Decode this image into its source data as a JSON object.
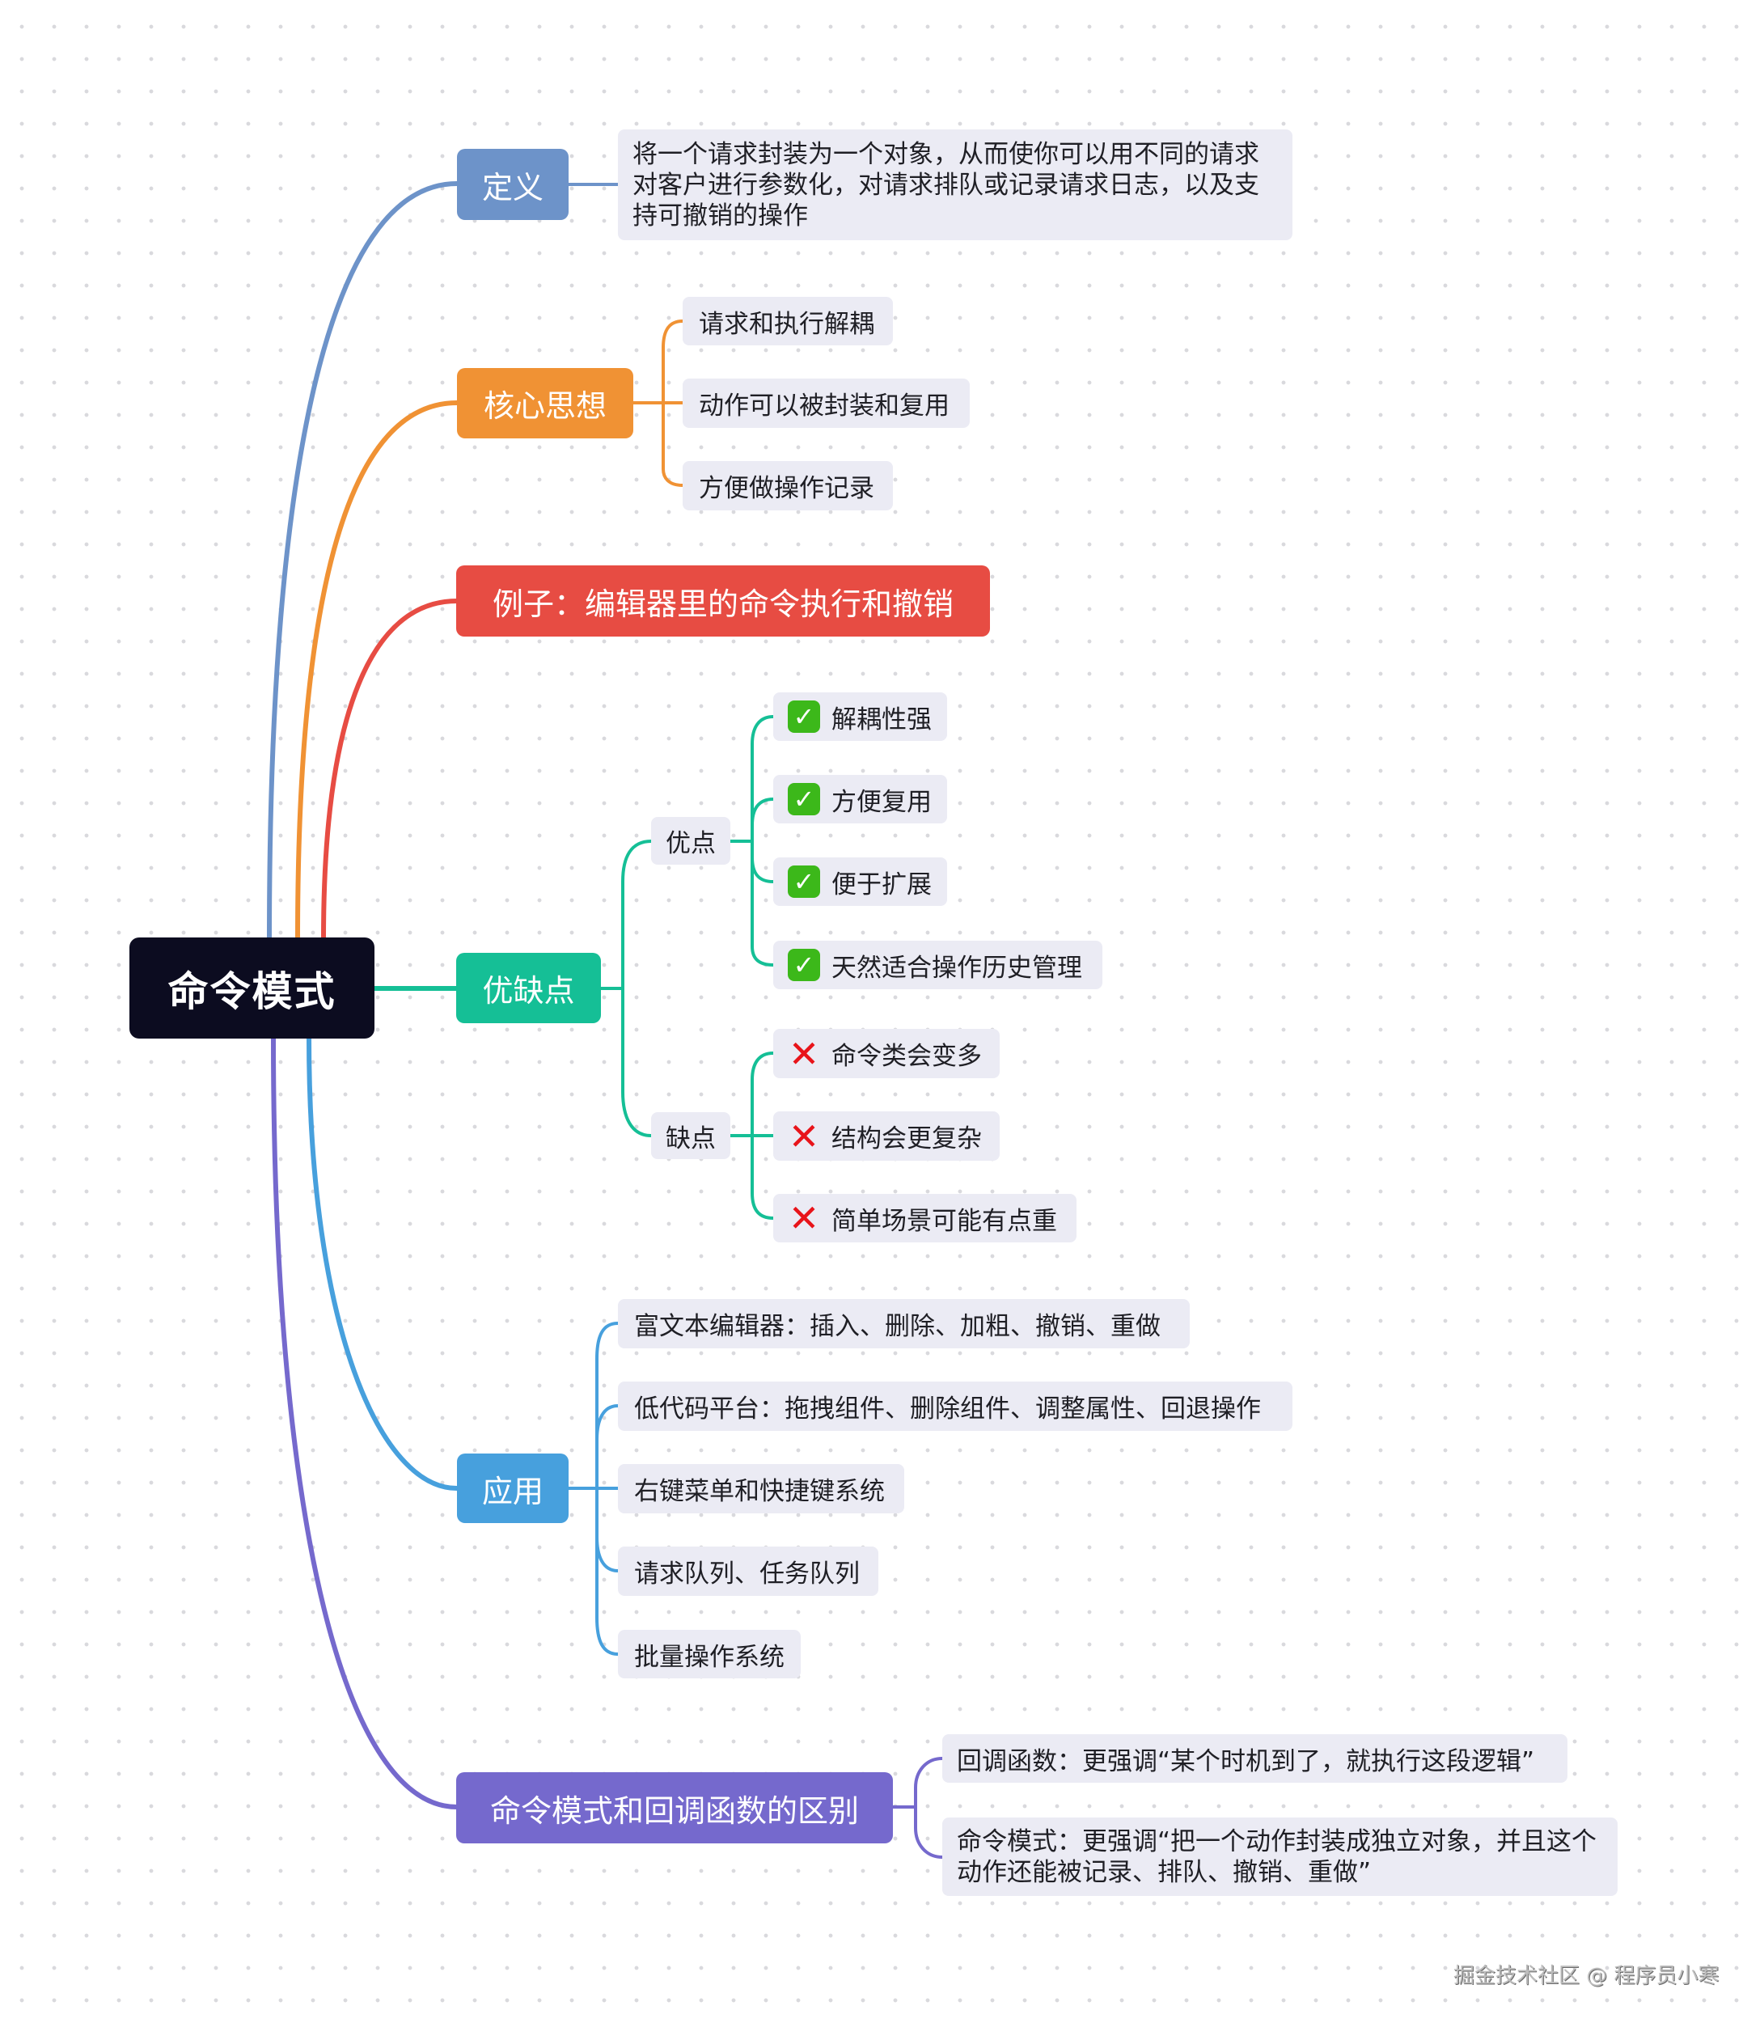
{
  "root": {
    "label": "命令模式"
  },
  "colors": {
    "root": "#0c0c20",
    "definition": "#6d93c9",
    "core": "#f09234",
    "example": "#e74c43",
    "proscons": "#15bf96",
    "application": "#47a0dd",
    "difference": "#7569cd",
    "leaf_bg": "#ebebf4"
  },
  "branches": {
    "definition": {
      "label": "定义",
      "items": [
        "将一个请求封装为一个对象，从而使你可以用不同的请求对客户进行参数化，对请求排队或记录请求日志，以及支持可撤销的操作"
      ]
    },
    "core": {
      "label": "核心思想",
      "items": [
        "请求和执行解耦",
        "动作可以被封装和复用",
        "方便做操作记录"
      ]
    },
    "example": {
      "label": "例子：编辑器里的命令执行和撤销"
    },
    "proscons": {
      "label": "优缺点",
      "pros": {
        "label": "优点",
        "icon": "check-mark-icon",
        "items": [
          "解耦性强",
          "方便复用",
          "便于扩展",
          "天然适合操作历史管理"
        ]
      },
      "cons": {
        "label": "缺点",
        "icon": "cross-mark-icon",
        "items": [
          "命令类会变多",
          "结构会更复杂",
          "简单场景可能有点重"
        ]
      }
    },
    "application": {
      "label": "应用",
      "items": [
        "富文本编辑器：插入、删除、加粗、撤销、重做",
        "低代码平台：拖拽组件、删除组件、调整属性、回退操作",
        "右键菜单和快捷键系统",
        "请求队列、任务队列",
        "批量操作系统"
      ]
    },
    "difference": {
      "label": "命令模式和回调函数的区别",
      "items": [
        "回调函数：更强调“某个时机到了，就执行这段逻辑”",
        "命令模式：更强调“把一个动作封装成独立对象，并且这个动作还能被记录、排队、撤销、重做”"
      ]
    }
  },
  "glyphs": {
    "check": "✓",
    "cross": "✕"
  },
  "watermark": "掘金技术社区 @ 程序员小寒"
}
